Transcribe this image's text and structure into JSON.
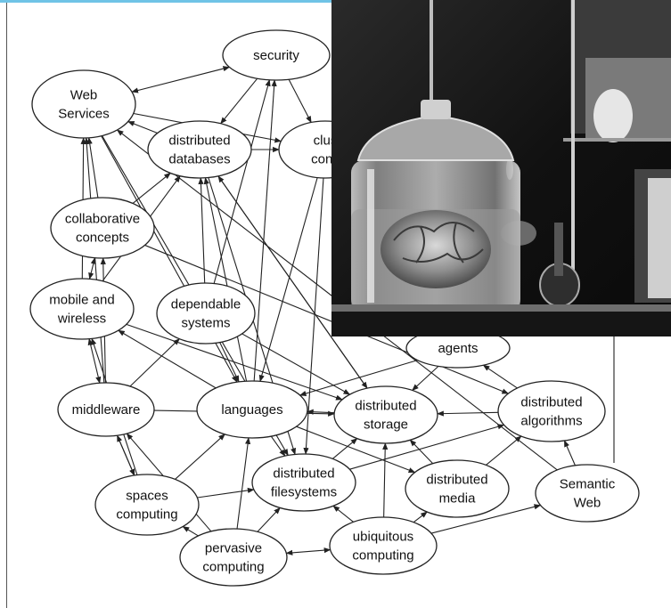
{
  "diagram": {
    "nodes": [
      {
        "id": "security",
        "lines": [
          "security"
        ]
      },
      {
        "id": "web-services",
        "lines": [
          "Web",
          "Services"
        ]
      },
      {
        "id": "distributed-databases",
        "lines": [
          "distributed",
          "databases"
        ]
      },
      {
        "id": "cluster-concepts",
        "lines": [
          "clus",
          "conc"
        ]
      },
      {
        "id": "collaborative-concepts",
        "lines": [
          "collaborative",
          "concepts"
        ]
      },
      {
        "id": "mobile-and-wireless",
        "lines": [
          "mobile and",
          "wireless"
        ]
      },
      {
        "id": "dependable-systems",
        "lines": [
          "dependable",
          "systems"
        ]
      },
      {
        "id": "agents",
        "lines": [
          "agents"
        ]
      },
      {
        "id": "middleware",
        "lines": [
          "middleware"
        ]
      },
      {
        "id": "languages",
        "lines": [
          "languages"
        ]
      },
      {
        "id": "distributed-storage",
        "lines": [
          "distributed",
          "storage"
        ]
      },
      {
        "id": "distributed-algorithms",
        "lines": [
          "distributed",
          "algorithms"
        ]
      },
      {
        "id": "spaces-computing",
        "lines": [
          "spaces",
          "computing"
        ]
      },
      {
        "id": "distributed-filesystems",
        "lines": [
          "distributed",
          "filesystems"
        ]
      },
      {
        "id": "distributed-media",
        "lines": [
          "distributed",
          "media"
        ]
      },
      {
        "id": "semantic-web",
        "lines": [
          "Semantic",
          "Web"
        ]
      },
      {
        "id": "pervasive-computing",
        "lines": [
          "pervasive",
          "computing"
        ]
      },
      {
        "id": "ubiquitous-computing",
        "lines": [
          "ubiquitous",
          "computing"
        ]
      }
    ]
  },
  "photo": {
    "subject": "brain-in-glass-jar",
    "colors": {
      "dark": "#1a1a1a",
      "mid": "#6a6a6a",
      "light": "#d8d8d8"
    }
  },
  "colors": {
    "line": "#222222",
    "accent": "#6fc3e6",
    "background": "#ffffff"
  }
}
